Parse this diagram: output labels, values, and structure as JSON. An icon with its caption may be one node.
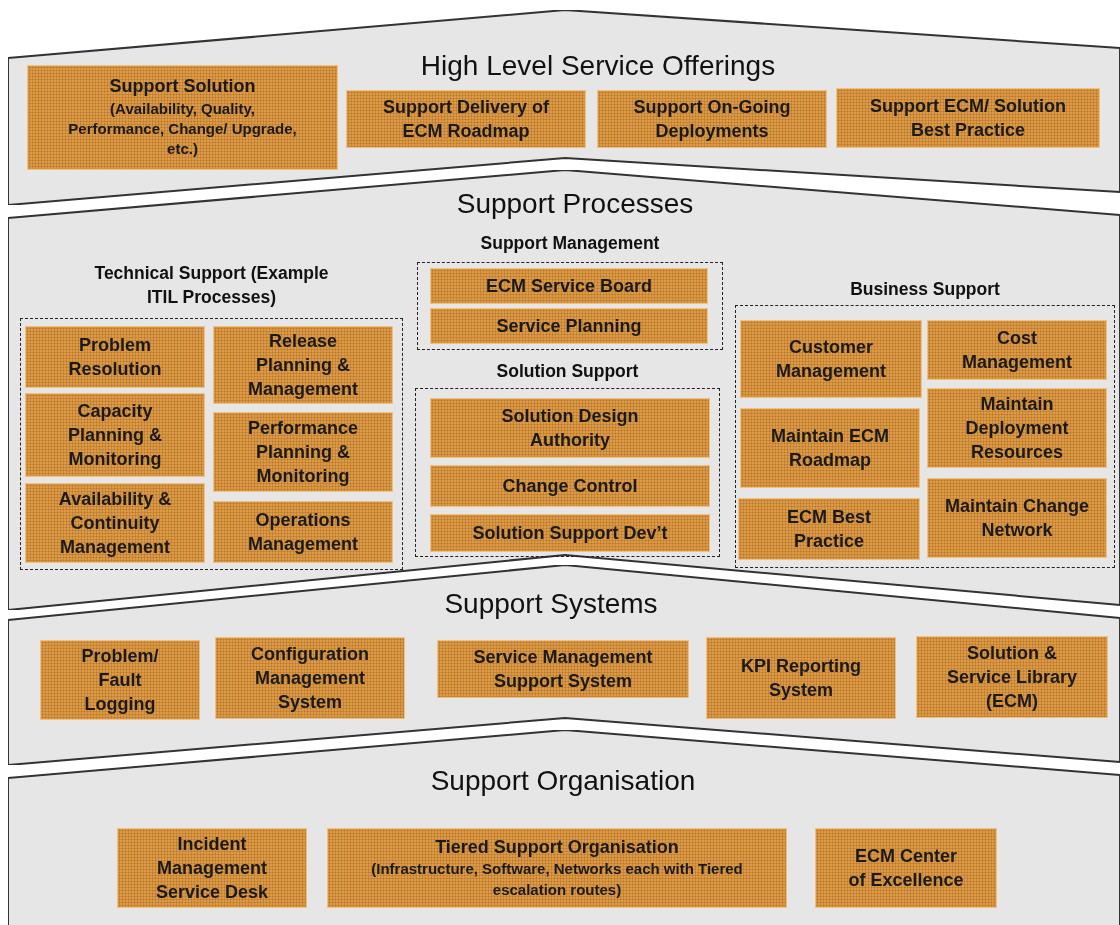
{
  "diagram": {
    "nodes": [
      {
        "text": [
          "High Level Service Offerings"
        ]
      },
      {
        "text": [
          "Support Solution",
          "(Availability, Quality, Performance, Change/ Upgrade, etc.)"
        ],
        "in": 0
      },
      {
        "text": [
          "Support Delivery of ECM Roadmap"
        ],
        "in": 0
      },
      {
        "text": [
          "Support On-Going Deployments"
        ],
        "in": 0
      },
      {
        "text": [
          "Support ECM/ Solution Best Practice"
        ],
        "in": 0
      },
      {
        "text": [
          "Support Processes"
        ]
      },
      {
        "text": [
          "Technical Support (Example ITIL Processes)"
        ],
        "in": 5
      },
      {
        "text": [
          "Problem Resolution"
        ],
        "in": 6
      },
      {
        "text": [
          "Release Planning & Management"
        ],
        "in": 6
      },
      {
        "text": [
          "Capacity Planning & Monitoring"
        ],
        "in": 6
      },
      {
        "text": [
          "Performance Planning & Monitoring"
        ],
        "in": 6
      },
      {
        "text": [
          "Availability & Continuity Management"
        ],
        "in": 6
      },
      {
        "text": [
          "Operations Management"
        ],
        "in": 6
      },
      {
        "text": [
          "Support Management"
        ],
        "in": 5
      },
      {
        "text": [
          "ECM Service Board"
        ],
        "in": 13
      },
      {
        "text": [
          "Service Planning"
        ],
        "in": 13
      },
      {
        "text": [
          "Solution Support"
        ],
        "in": 5
      },
      {
        "text": [
          "Solution Design Authority"
        ],
        "in": 16
      },
      {
        "text": [
          "Change Control"
        ],
        "in": 16
      },
      {
        "text": [
          "Solution Support Dev’t"
        ],
        "in": 16
      },
      {
        "text": [
          "Business Support"
        ],
        "in": 5
      },
      {
        "text": [
          "Customer Management"
        ],
        "in": 20
      },
      {
        "text": [
          "Cost Management"
        ],
        "in": 20
      },
      {
        "text": [
          "Maintain ECM Roadmap"
        ],
        "in": 20
      },
      {
        "text": [
          "Maintain Deployment Resources"
        ],
        "in": 20
      },
      {
        "text": [
          "ECM Best Practice"
        ],
        "in": 20
      },
      {
        "text": [
          "Maintain Change Network"
        ],
        "in": 20
      },
      {
        "text": [
          "Support Systems"
        ]
      },
      {
        "text": [
          "Problem/ Fault Logging"
        ],
        "in": 27
      },
      {
        "text": [
          "Configuration Management System"
        ],
        "in": 27
      },
      {
        "text": [
          "Service Management Support System"
        ],
        "in": 27
      },
      {
        "text": [
          "KPI Reporting System"
        ],
        "in": 27
      },
      {
        "text": [
          "Solution & Service Library (ECM)"
        ],
        "in": 27
      },
      {
        "text": [
          "Support Organisation"
        ]
      },
      {
        "text": [
          "Incident Management Service Desk"
        ],
        "in": 33
      },
      {
        "text": [
          "Tiered Support Organisation",
          "(Infrastructure, Software, Networks each with Tiered escalation routes)"
        ],
        "in": 33
      },
      {
        "text": [
          "ECM Center of Excellence"
        ],
        "in": 33
      }
    ]
  }
}
